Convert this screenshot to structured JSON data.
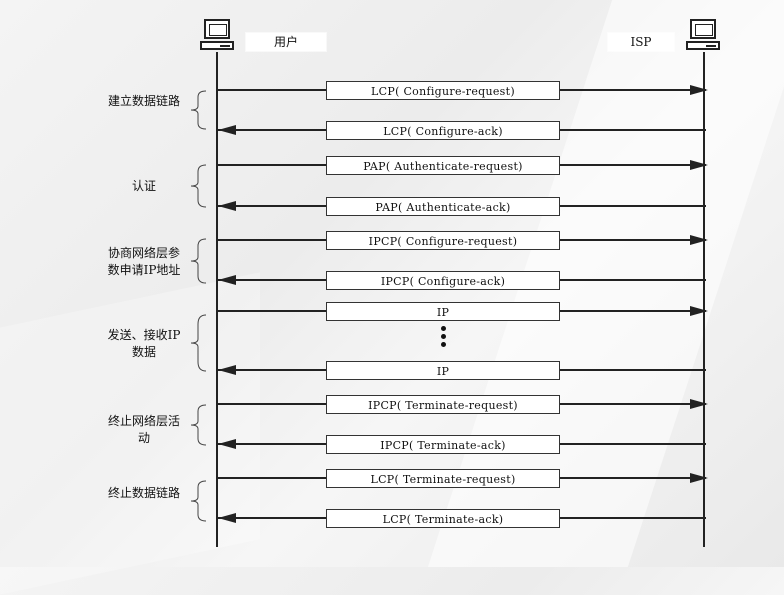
{
  "parties": {
    "user": "用户",
    "isp": "ISP"
  },
  "icons": [
    "computer-icon",
    "computer-icon"
  ],
  "phases": [
    {
      "label": "建立数据链路"
    },
    {
      "label": "认证"
    },
    {
      "label": "协商网络层参数申请IP地址"
    },
    {
      "label": "发送、接收IP数据"
    },
    {
      "label": "终止网络层活动"
    },
    {
      "label": "终止数据链路"
    }
  ],
  "messages": [
    {
      "label": "LCP( Configure-request)",
      "direction": "user-to-isp"
    },
    {
      "label": "LCP( Configure-ack)",
      "direction": "isp-to-user"
    },
    {
      "label": "PAP( Authenticate-request)",
      "direction": "user-to-isp"
    },
    {
      "label": "PAP( Authenticate-ack)",
      "direction": "isp-to-user"
    },
    {
      "label": "IPCP( Configure-request)",
      "direction": "user-to-isp"
    },
    {
      "label": "IPCP( Configure-ack)",
      "direction": "isp-to-user"
    },
    {
      "label": "IP",
      "direction": "user-to-isp"
    },
    {
      "label": "IP",
      "direction": "isp-to-user"
    },
    {
      "label": "IPCP( Terminate-request)",
      "direction": "user-to-isp"
    },
    {
      "label": "IPCP( Terminate-ack)",
      "direction": "isp-to-user"
    },
    {
      "label": "LCP( Terminate-request)",
      "direction": "user-to-isp"
    },
    {
      "label": "LCP( Terminate-ack)",
      "direction": "isp-to-user"
    }
  ]
}
